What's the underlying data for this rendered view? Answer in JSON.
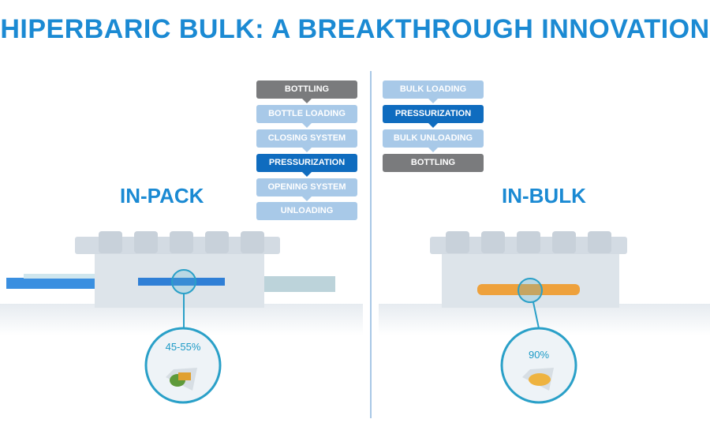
{
  "title": "HIPERBARIC BULK: A BREAKTHROUGH INNOVATION",
  "in_pack": {
    "label": "IN-PACK",
    "steps": [
      "BOTTLING",
      "BOTTLE LOADING",
      "CLOSING SYSTEM",
      "PRESSURIZATION",
      "OPENING SYSTEM",
      "UNLOADING"
    ],
    "fill_ratio": "45-55%"
  },
  "in_bulk": {
    "label": "IN-BULK",
    "steps": [
      "BULK LOADING",
      "PRESSURIZATION",
      "BULK UNLOADING",
      "BOTTLING"
    ],
    "fill_ratio": "90%"
  },
  "colors": {
    "accent": "#1b8ad3",
    "step_light": "#a8c9e8",
    "step_active": "#0f6cbf",
    "step_gray": "#7a7b7d"
  }
}
